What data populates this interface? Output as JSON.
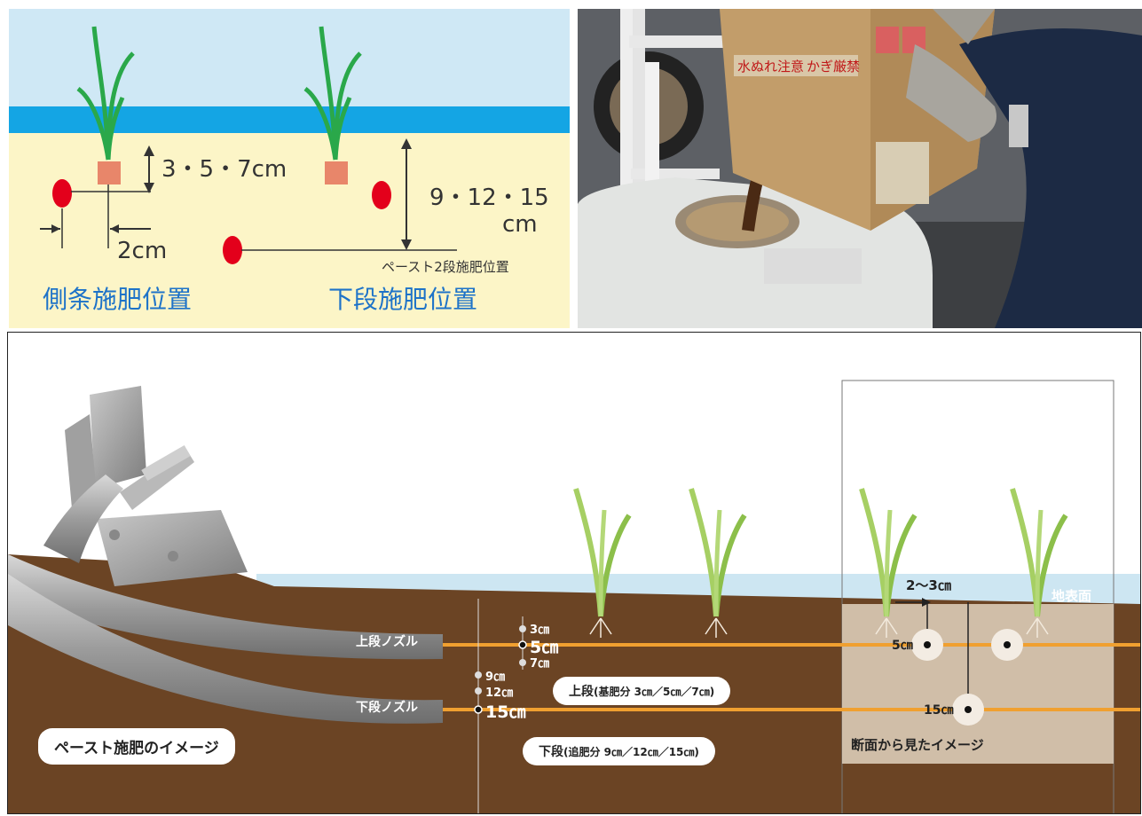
{
  "panel_a": {
    "label_depth_top": "3・5・7cm",
    "label_depth_bottom_1": "9・12・15",
    "label_depth_bottom_2": "cm",
    "label_offset": "2cm",
    "label_paste_position": "ペースト2段施肥位置",
    "label_side": "側条施肥位置",
    "label_lower": "下段施肥位置",
    "colors": {
      "sky": "#cfe8f5",
      "water": "#14a5e4",
      "soil": "#fcf5c7",
      "dot": "#e3001b",
      "root": "#e8866a",
      "leaf": "#2aa84a",
      "text_blue": "#1e73c8"
    }
  },
  "panel_b": {
    "box_label": "水ぬれ注意",
    "box_label_2": "かぎ厳禁"
  },
  "panel_c": {
    "upper_nozzle": "上段ノズル",
    "lower_nozzle": "下段ノズル",
    "depth_3": "3㎝",
    "depth_5": "5㎝",
    "depth_7": "7㎝",
    "depth_9": "9㎝",
    "depth_12": "12㎝",
    "depth_15": "15㎝",
    "upper_pill_main": "上段",
    "upper_pill_sub": "(基肥分 3㎝／5㎝／7㎝)",
    "lower_pill_main": "下段",
    "lower_pill_sub": "(追肥分 9㎝／12㎝／15㎝)",
    "title_pill": "ペースト施肥のイメージ",
    "section_offset": "2〜3㎝",
    "surface": "地表面",
    "section_5": "5㎝",
    "section_15": "15㎝",
    "section_caption": "断面から見たイメージ",
    "colors": {
      "soil": "#6b4424",
      "water": "#cde6f2",
      "fert_line": "#f0a030",
      "section_box": "#d9c9b4"
    }
  }
}
